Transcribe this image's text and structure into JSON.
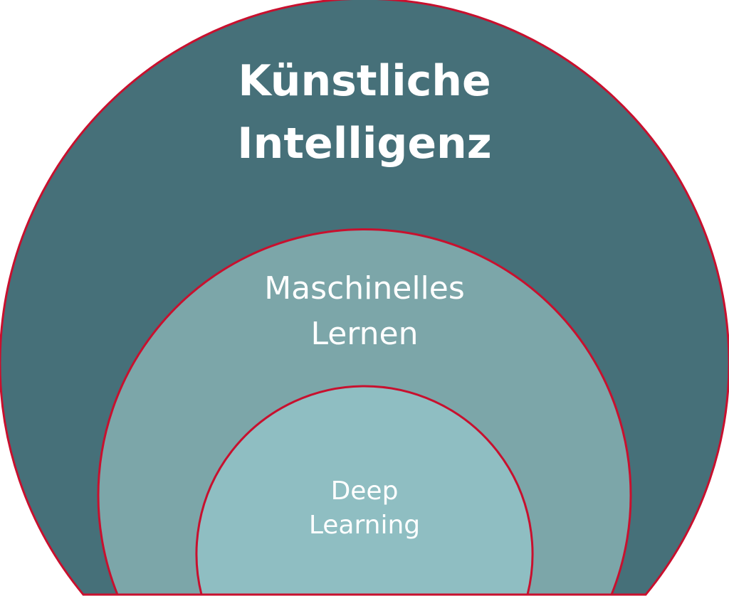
{
  "colors": {
    "outline": "#c8102e",
    "outer_fill": "#467079",
    "middle_fill": "#7ca6a9",
    "inner_fill": "#8fbec2",
    "text": "#ffffff"
  },
  "levels": {
    "outer": {
      "line1": "Künstliche",
      "line2": "Intelligenz"
    },
    "middle": {
      "line1": "Maschinelles",
      "line2": "Lernen"
    },
    "inner": {
      "line1": "Deep",
      "line2": "Learning"
    }
  }
}
